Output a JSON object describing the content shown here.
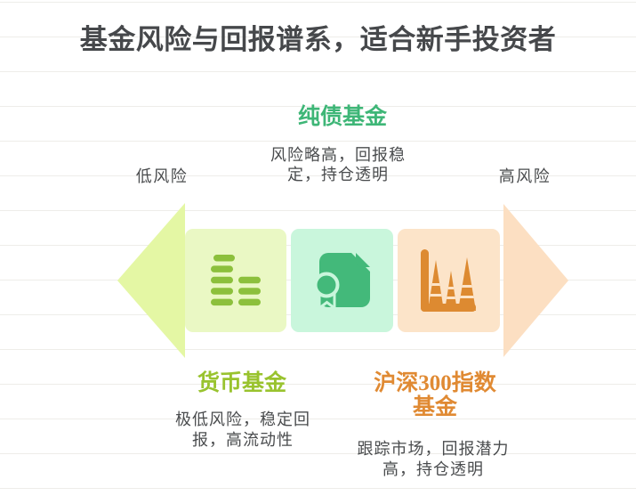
{
  "title": "基金风险与回报谱系，适合新手投资者",
  "spectrum": {
    "left_label": "低风险",
    "right_label": "高风险",
    "left_arrow_color": "#e4f7a4",
    "right_arrow_color": "#fcdfc2"
  },
  "funds": [
    {
      "id": "money-market-fund",
      "name": "货币基金",
      "name_color": "#99c32e",
      "description": "极低风险，稳定回报，高流动性",
      "desc_line1": "极低风险，稳定回",
      "desc_line2": "报，高流动性",
      "icon": "equalizer-bars-icon",
      "box_color": "#eaf8c4",
      "icon_color": "#8cc03c",
      "risk_position": "low"
    },
    {
      "id": "pure-bond-fund",
      "name": "纯债基金",
      "name_color": "#3eb677",
      "description": "风险略高，回报稳定，持仓透明",
      "desc_line1": "风险略高，回报稳",
      "desc_line2": "定，持仓透明",
      "icon": "certificate-icon",
      "box_color": "#c9f6dc",
      "icon_color": "#43b97a",
      "risk_position": "medium"
    },
    {
      "id": "csi300-index-fund",
      "name": "沪深300指数基金",
      "name_line1": "沪深300指数",
      "name_line2": "基金",
      "name_color": "#e08a33",
      "description": "跟踪市场，回报潜力高，持仓透明",
      "desc_line1": "跟踪市场，回报潜力",
      "desc_line2": "高，持仓透明",
      "icon": "cone-chart-icon",
      "box_color": "#fce4c9",
      "icon_color": "#dd8a31",
      "risk_position": "high"
    }
  ],
  "text_color": "#4a4c4e",
  "title_color": "#46484b"
}
